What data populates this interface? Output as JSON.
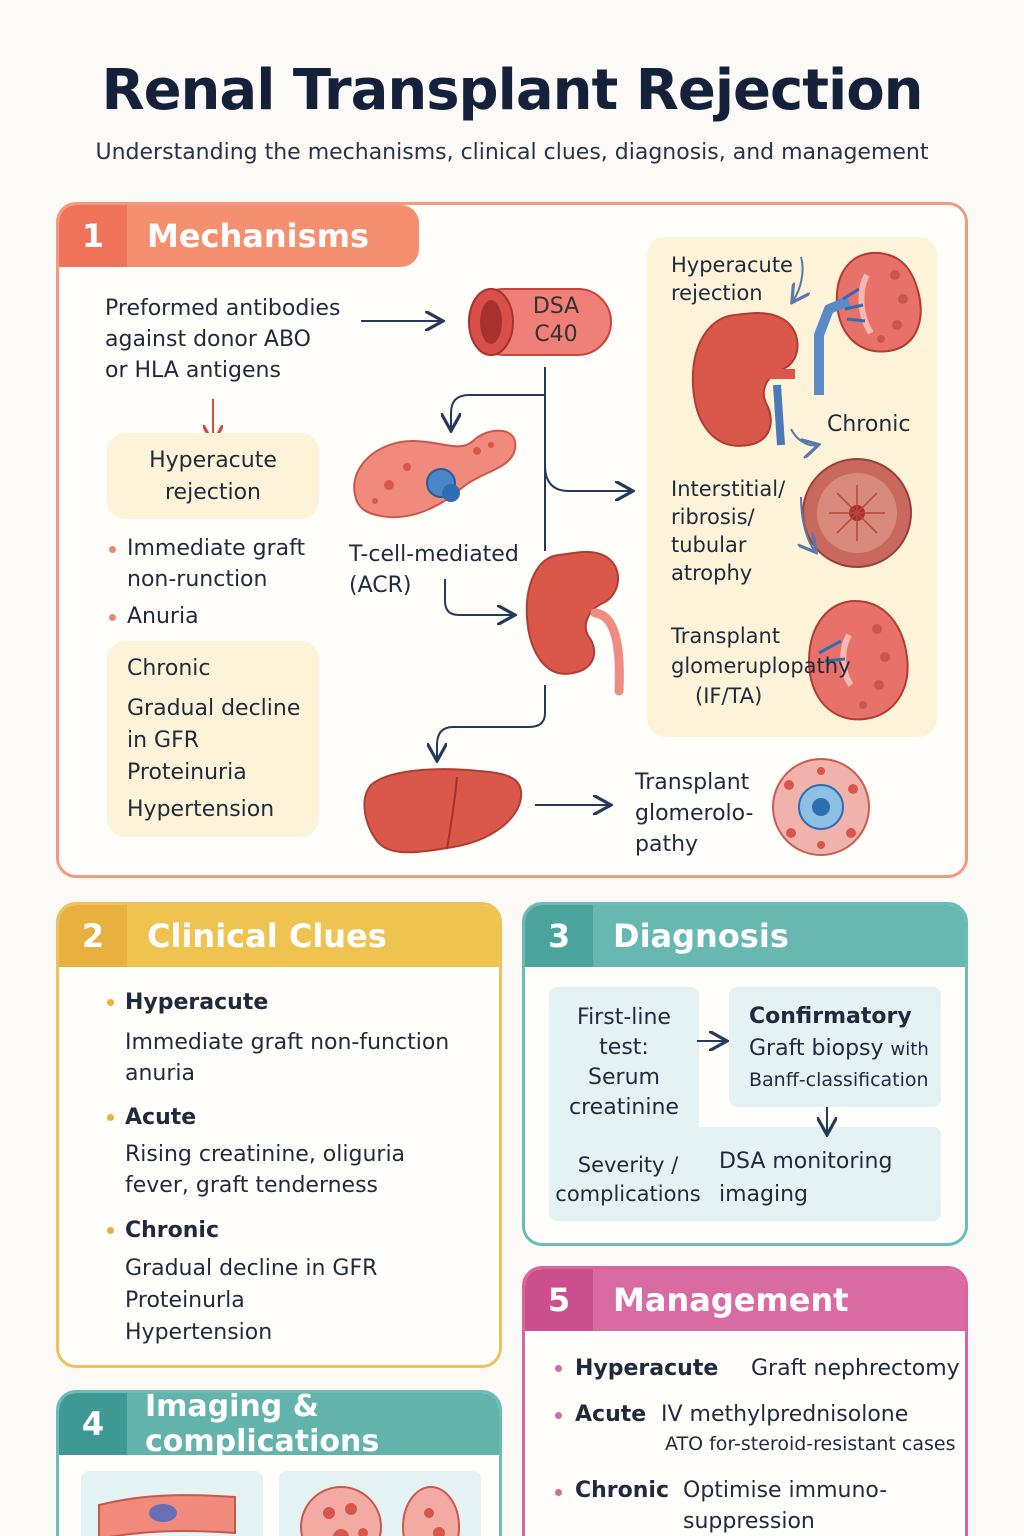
{
  "title": "Renal Transplant Rejection",
  "subtitle": "Understanding the mechanisms, clinical clues, diagnosis, and management",
  "mechanisms": {
    "number": "1",
    "heading": "Mechanisms",
    "preformed": [
      "Preformed antibodies",
      "against donor ABO",
      "or HLA antigens"
    ],
    "vessel_label": [
      "DSA",
      "C40"
    ],
    "hyperacute_box": [
      "Hyperacute",
      "rejection"
    ],
    "hyperacute_bullets": [
      [
        "Immediate graft",
        "non-runction"
      ],
      [
        "Anuria"
      ]
    ],
    "chronic_box": {
      "heading": "Chronic",
      "lines": [
        "Gradual decline",
        "in GFR",
        "Proteinuria",
        "Hypertension"
      ]
    },
    "tcell": [
      "T-cell-mediated",
      "(ACR)"
    ],
    "right_hyperacute": [
      "Hyperacute",
      "rejection"
    ],
    "right_chronic": "Chronic",
    "interstitial": [
      "Interstitial/",
      "ribrosis/",
      "tubular",
      "atrophy"
    ],
    "transplant_glom_right": [
      "Transplant",
      "glomeruplopathy",
      "(IF/TA)"
    ],
    "transplant_glom_bottom": [
      "Transplant",
      "glomerolo-",
      "pathy"
    ]
  },
  "clinical": {
    "number": "2",
    "heading": "Clinical Clues",
    "items": [
      {
        "label": "Hyperacute",
        "lines": [
          "Immediate graft non-function",
          "anuria"
        ]
      },
      {
        "label": "Acute",
        "lines": [
          "Rising creatinine, oliguria",
          "fever, graft tenderness"
        ]
      },
      {
        "label": "Chronic",
        "lines": [
          "Gradual decline in GFR",
          "Proteinurla",
          "Hypertension"
        ]
      }
    ]
  },
  "diagnosis": {
    "number": "3",
    "heading": "Diagnosis",
    "first_line": [
      "First-line",
      "test:",
      "Serum",
      "creatinine"
    ],
    "confirmatory": {
      "heading": "Confirmatory",
      "line1a": "Graft biopsy",
      "line1b": "with",
      "line2": "Banff-classification"
    },
    "severity": [
      "Severity /",
      "complications"
    ],
    "dsa": [
      "DSA monitoring",
      "imaging"
    ]
  },
  "imaging": {
    "number": "4",
    "heading": "Imaging & complications"
  },
  "management": {
    "number": "5",
    "heading": "Management",
    "items": [
      {
        "label": "Hyperacute",
        "text": "Graft nephrectomy"
      },
      {
        "label": "Acute",
        "text": "IV methylprednisolone",
        "sub": "ATO for-steroid-resistant cases"
      },
      {
        "label": "Chronic",
        "text": "Optimise immuno-",
        "sub": "suppression"
      }
    ]
  },
  "colors": {
    "mechanisms": "#f4906f",
    "clinical": "#efc350",
    "diagnosis": "#66b8b0",
    "imaging": "#63b3ad",
    "management": "#d96ba3",
    "kidney": "#d9584a",
    "arrow": "#243a5a"
  }
}
